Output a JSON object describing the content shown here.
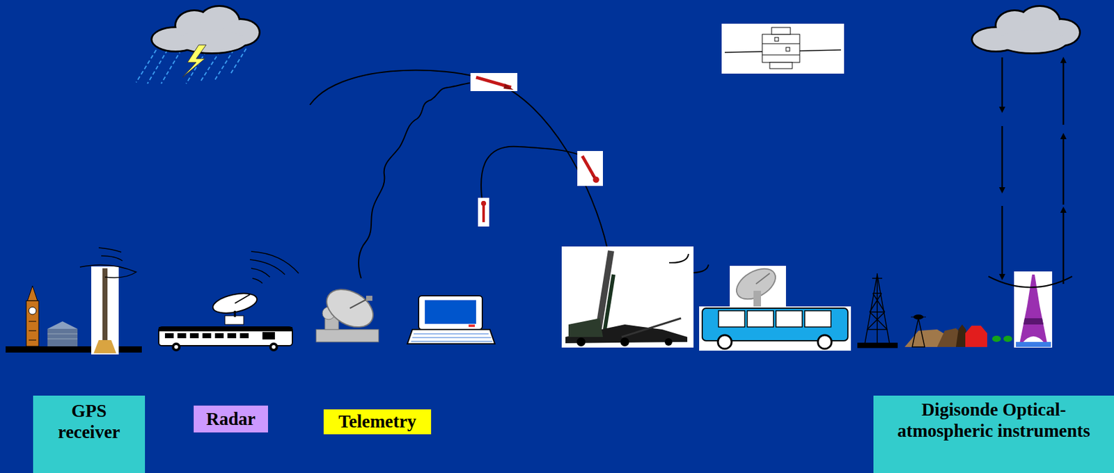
{
  "diagram": {
    "nodes": [
      {
        "text": [
          "GPS receiver"
        ]
      },
      {
        "text": [
          "Radar"
        ]
      },
      {
        "text": [
          "Telemetry"
        ]
      },
      {
        "text": [
          "Digisonde Optical-atmospheric instruments"
        ]
      }
    ]
  }
}
